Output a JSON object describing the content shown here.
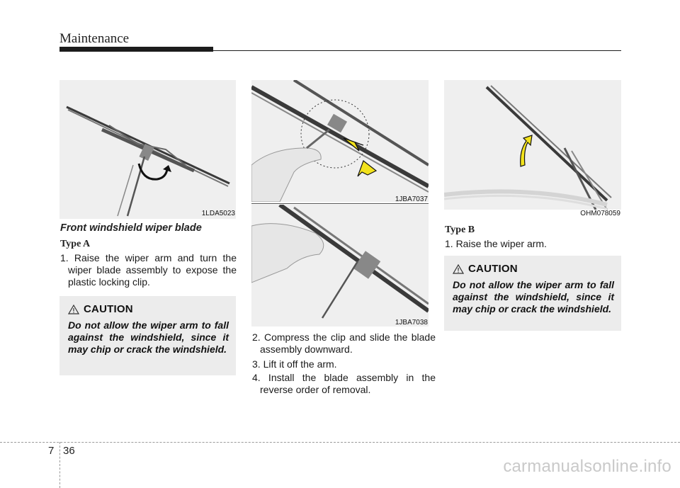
{
  "header": {
    "section_title": "Maintenance"
  },
  "col1": {
    "figure_code": "1LDA5023",
    "subheading": "Front windshield wiper blade",
    "type_label": "Type A",
    "step1": "1. Raise the wiper arm and turn the wiper blade assembly to expose the plastic locking clip.",
    "caution_title": "CAUTION",
    "caution_text": "Do not allow the wiper arm to fall against the windshield, since it may chip or crack the windshield."
  },
  "col2": {
    "figure_top_code": "1JBA7037",
    "figure_bottom_code": "1JBA7038",
    "step2": "2. Compress the clip and slide the blade assembly downward.",
    "step3": "3. Lift it off the arm.",
    "step4": "4. Install the blade assembly in the reverse order of removal."
  },
  "col3": {
    "figure_code": "OHM078059",
    "type_label": "Type B",
    "step1": "1. Raise the wiper arm.",
    "caution_title": "CAUTION",
    "caution_text": "Do not allow the wiper arm to fall against the windshield, since it may chip or crack the windshield."
  },
  "footer": {
    "chapter": "7",
    "page": "36",
    "watermark": "carmanualsonline.info"
  },
  "colors": {
    "arrow_yellow": "#f2e21c",
    "caution_bg": "#ececec",
    "figure_bg": "#efefef"
  },
  "icons": [
    "warning-triangle-icon",
    "rotate-arrow-icon",
    "yellow-arrow-icon"
  ]
}
